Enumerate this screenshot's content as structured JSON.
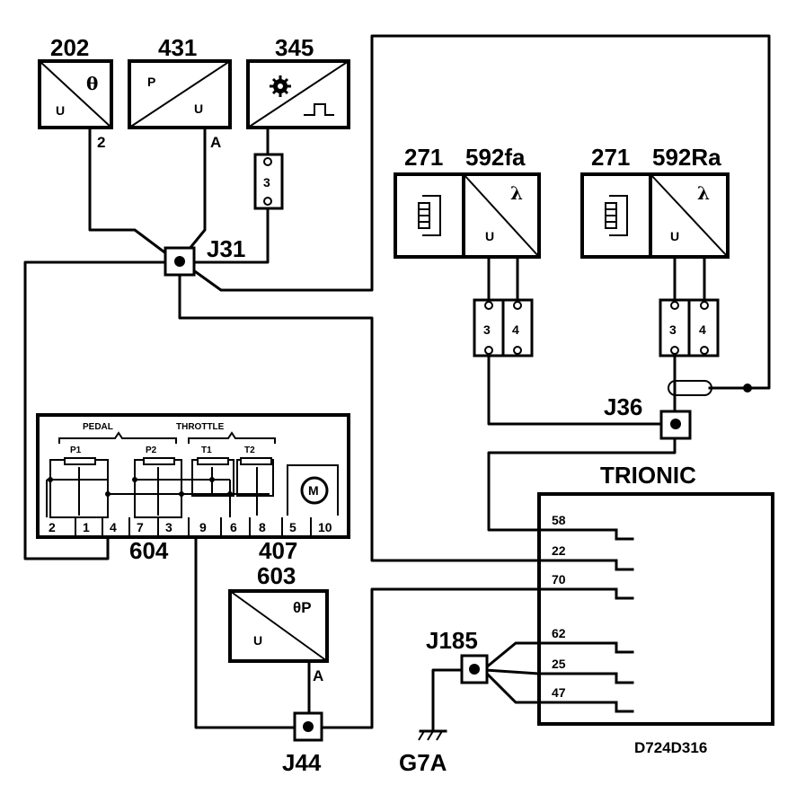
{
  "components": {
    "c202": {
      "number": "202",
      "in": "U",
      "sym": "θ",
      "pin": "2"
    },
    "c431": {
      "number": "431",
      "top": "P",
      "bottom": "U",
      "pin": "A"
    },
    "c345": {
      "number": "345",
      "connector": "3"
    },
    "c271a": {
      "number": "271"
    },
    "c592fa": {
      "number": "592fa",
      "bottom": "U",
      "sym": "λ",
      "pin_a": "3",
      "pin_b": "4"
    },
    "c271b": {
      "number": "271"
    },
    "c592ra": {
      "number": "592Ra",
      "bottom": "U",
      "sym": "λ",
      "pin_a": "3",
      "pin_b": "4"
    },
    "c603": {
      "number": "603",
      "in": "U",
      "sym": "θP",
      "pin": "A"
    },
    "c604": {
      "number": "604",
      "group_pedal": "PEDAL",
      "group_throttle": "THROTTLE",
      "pots": [
        "P1",
        "P2",
        "T1",
        "T2"
      ],
      "motor": "M",
      "pins": [
        "2",
        "1",
        "4",
        "7",
        "3",
        "9",
        "6",
        "8",
        "5",
        "10"
      ]
    },
    "c407": {
      "number": "407"
    },
    "trionic": {
      "title": "TRIONIC",
      "pins": [
        "58",
        "22",
        "70",
        "62",
        "25",
        "47"
      ],
      "code": "D724D316"
    }
  },
  "junctions": {
    "j31": "J31",
    "j36": "J36",
    "j44": "J44",
    "j185": "J185"
  },
  "ground": "G7A"
}
